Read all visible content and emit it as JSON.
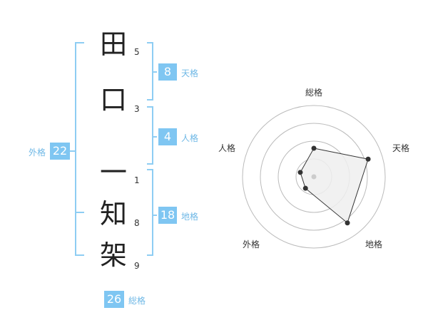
{
  "name": {
    "characters": [
      {
        "char": "田",
        "strokes": "5"
      },
      {
        "char": "口",
        "strokes": "3"
      },
      {
        "char": "一",
        "strokes": "1"
      },
      {
        "char": "知",
        "strokes": "8"
      },
      {
        "char": "架",
        "strokes": "9"
      }
    ]
  },
  "fortune": {
    "tenkaku": {
      "label": "天格",
      "value": "8"
    },
    "jinkaku": {
      "label": "人格",
      "value": "4"
    },
    "chikaku": {
      "label": "地格",
      "value": "18"
    },
    "gaikaku": {
      "label": "外格",
      "value": "22"
    },
    "soukaku": {
      "label": "総格",
      "value": "26"
    }
  },
  "colors": {
    "accent": "#7fc6f2",
    "bracket": "#8ecdf3",
    "label": "#6fb8e6",
    "chart_fill": "#eeeeee",
    "chart_line": "#333333"
  },
  "chart_data": {
    "type": "radar",
    "axes": [
      "総格",
      "天格",
      "地格",
      "外格",
      "人格"
    ],
    "values": [
      2,
      4,
      4,
      1,
      1
    ],
    "rmax": 5,
    "rings": 4
  }
}
